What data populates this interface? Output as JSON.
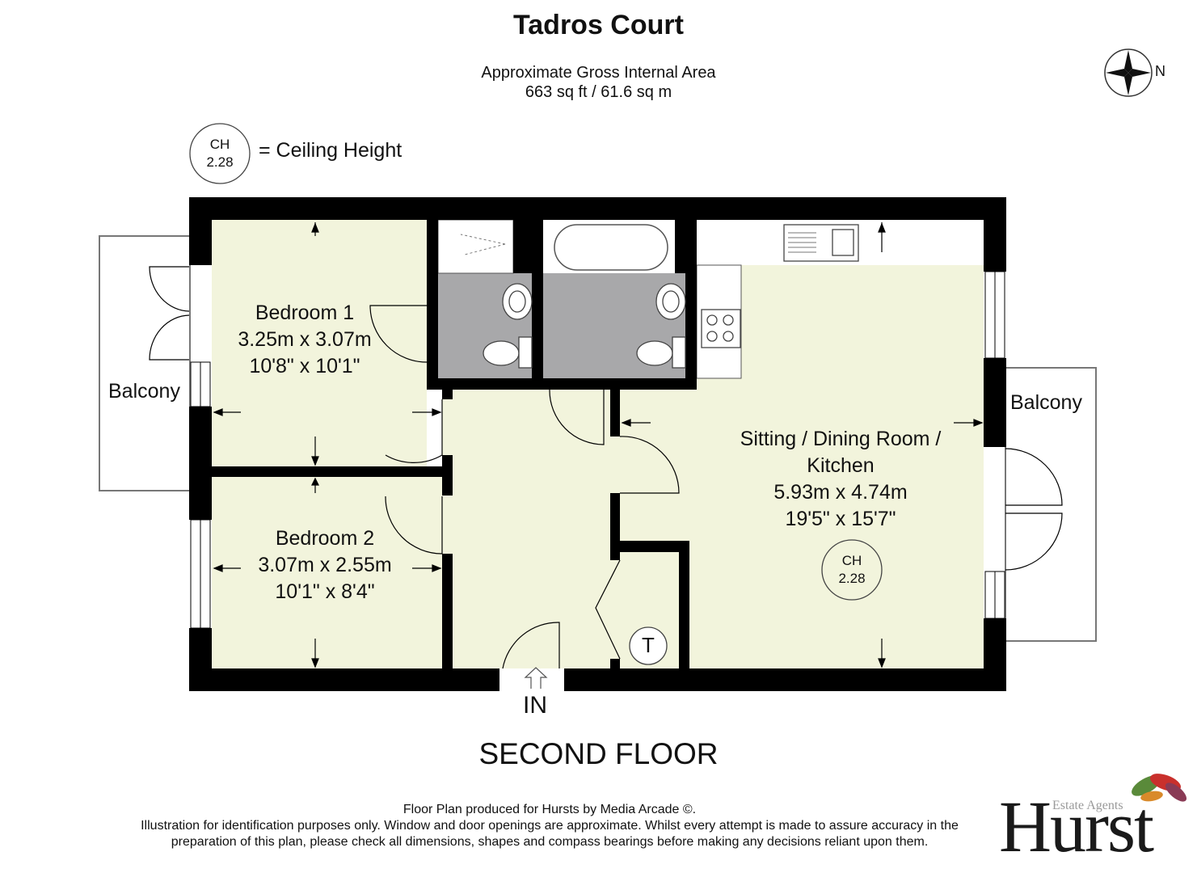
{
  "title": "Tadros Court",
  "area": {
    "line1": "Approximate Gross Internal Area",
    "line2": "663 sq ft / 61.6 sq m"
  },
  "compass": {
    "label": "N"
  },
  "legend": {
    "ch_label": "CH",
    "ch_value": "2.28",
    "text": "= Ceiling Height"
  },
  "rooms": {
    "bedroom1": {
      "name": "Bedroom 1",
      "metric": "3.25m x 3.07m",
      "imperial": "10'8\" x 10'1\""
    },
    "bedroom2": {
      "name": "Bedroom 2",
      "metric": "3.07m x 2.55m",
      "imperial": "10'1\" x 8'4\""
    },
    "sitting": {
      "name_line1": "Sitting / Dining Room /",
      "name_line2": "Kitchen",
      "metric": "5.93m x 4.74m",
      "imperial": "19'5\" x 15'7\"",
      "ch_label": "CH",
      "ch_value": "2.28"
    },
    "balcony_left": "Balcony",
    "balcony_right": "Balcony",
    "cupboard_marker": "T"
  },
  "entrance": "IN",
  "floor_name": "SECOND FLOOR",
  "footer": {
    "line1": "Floor Plan produced for Hursts by Media Arcade ©.",
    "line2": "Illustration for identification purposes only. Window and door openings are approximate. Whilst every attempt is made to assure accuracy in the",
    "line3": "preparation of this plan, please check all dimensions, shapes and compass bearings before making any decisions reliant upon them."
  },
  "brand": {
    "sub": "Estate Agents",
    "name": "Hurst"
  },
  "colors": {
    "wall": "#000000",
    "room_fill": "#f2f4dc",
    "wet_fill": "#a8a8aa",
    "accent_leaf_red": "#c9302c",
    "accent_leaf_green": "#5a8a3a"
  }
}
